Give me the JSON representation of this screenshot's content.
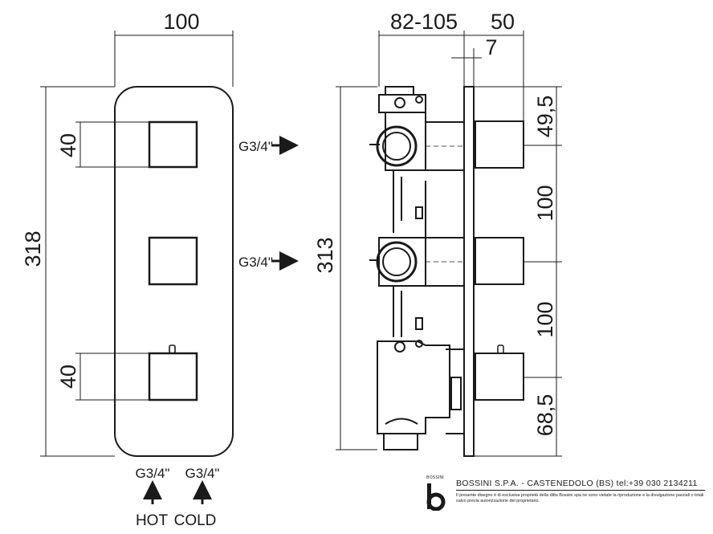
{
  "front_view": {
    "dim_width": "100",
    "dim_height": "318",
    "dim_upper_handle": "40",
    "dim_lower_handle": "40",
    "inlet_hot_size": "G3/4\"",
    "inlet_cold_size": "G3/4\"",
    "hot_label": "HOT",
    "cold_label": "COLD"
  },
  "side_view": {
    "dim_depth_range": "82-105",
    "dim_handle_depth": "50",
    "dim_plate": "7",
    "dim_height": "313",
    "dim_top": "49,5",
    "dim_spacing_1": "100",
    "dim_spacing_2": "100",
    "dim_bottom": "68,5",
    "outlet_upper": "G3/4\"",
    "outlet_lower": "G3/4\""
  },
  "footer": {
    "logo_text": "BOSSINI",
    "company": "BOSSINI S.P.A. - CASTENEDOLO (BS) tel:+39 030 2134211",
    "disclaimer": "Il presente disegno è di esclusiva proprietà della ditta Bossini spa ne sono vietate la riproduzione e la divulgazione parziali o totali salvo previa autorizzazione del proprietario."
  }
}
